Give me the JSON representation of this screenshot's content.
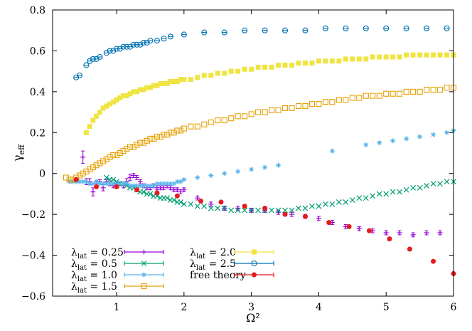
{
  "chart_data": {
    "type": "scatter",
    "xlabel": "Ω²",
    "ylabel_main": "γ",
    "ylabel_sub": "eff",
    "xlim": [
      0.05,
      6.0
    ],
    "ylim": [
      -0.6,
      0.8
    ],
    "xticks": [
      {
        "v": 1,
        "label": "1"
      },
      {
        "v": 2,
        "label": "2"
      },
      {
        "v": 3,
        "label": "3"
      },
      {
        "v": 4,
        "label": "4"
      },
      {
        "v": 5,
        "label": "5"
      },
      {
        "v": 6,
        "label": "6"
      }
    ],
    "yticks": [
      {
        "v": -0.6,
        "label": "−0.6"
      },
      {
        "v": -0.4,
        "label": "−0.4"
      },
      {
        "v": -0.2,
        "label": "−0.2"
      },
      {
        "v": 0,
        "label": "0"
      },
      {
        "v": 0.2,
        "label": "0.2"
      },
      {
        "v": 0.4,
        "label": "0.4"
      },
      {
        "v": 0.6,
        "label": "0.6"
      },
      {
        "v": 0.8,
        "label": "0.8"
      }
    ],
    "grid": false,
    "legend_position": "bottom-left",
    "series": [
      {
        "legend_main": "λ",
        "legend_sub": "lat",
        "legend_value": " = 0.25",
        "color": "#9400D3",
        "marker": "plus",
        "errorbars": true,
        "x": [
          0.5,
          0.55,
          0.6,
          0.65,
          0.7,
          0.75,
          0.8,
          0.85,
          0.9,
          0.95,
          1.0,
          1.05,
          1.1,
          1.15,
          1.2,
          1.25,
          1.3,
          1.35,
          1.4,
          1.45,
          1.5,
          1.55,
          1.6,
          1.65,
          1.7,
          1.75,
          1.8,
          1.85,
          1.9,
          1.95,
          2.0,
          2.2,
          2.4,
          2.6,
          2.8,
          3.0,
          3.2,
          3.4,
          3.6,
          3.8,
          4.0,
          4.2,
          4.4,
          4.6,
          4.8,
          5.0,
          5.2,
          5.4,
          5.6,
          5.8
        ],
        "y": [
          0.08,
          -0.04,
          -0.04,
          -0.09,
          -0.05,
          -0.04,
          -0.07,
          -0.04,
          -0.05,
          -0.06,
          -0.06,
          -0.05,
          -0.06,
          -0.04,
          -0.02,
          -0.01,
          -0.02,
          -0.04,
          -0.06,
          -0.07,
          -0.07,
          -0.06,
          -0.07,
          -0.07,
          -0.07,
          -0.06,
          -0.07,
          -0.08,
          -0.08,
          -0.09,
          -0.08,
          -0.12,
          -0.15,
          -0.17,
          -0.17,
          -0.18,
          -0.18,
          -0.19,
          -0.2,
          -0.21,
          -0.22,
          -0.24,
          -0.26,
          -0.27,
          -0.28,
          -0.29,
          -0.29,
          -0.3,
          -0.29,
          -0.29
        ],
        "err": [
          0.03,
          0.015,
          0.015,
          0.02,
          0.015,
          0.01,
          0.015,
          0.01,
          0.01,
          0.01,
          0.01,
          0.01,
          0.01,
          0.015,
          0.015,
          0.01,
          0.01,
          0.01,
          0.01,
          0.01,
          0.01,
          0.01,
          0.01,
          0.01,
          0.01,
          0.01,
          0.01,
          0.01,
          0.01,
          0.01,
          0.01,
          0.01,
          0.01,
          0.01,
          0.01,
          0.01,
          0.01,
          0.01,
          0.01,
          0.01,
          0.01,
          0.01,
          0.01,
          0.01,
          0.01,
          0.01,
          0.01,
          0.01,
          0.01,
          0.01
        ]
      },
      {
        "legend_main": "λ",
        "legend_sub": "lat",
        "legend_value": " = 0.5",
        "color": "#009E73",
        "marker": "cross",
        "errorbars": false,
        "x": [
          0.85,
          0.9,
          0.95,
          1.0,
          1.05,
          1.1,
          1.15,
          1.2,
          1.25,
          1.3,
          1.35,
          1.4,
          1.45,
          1.5,
          1.55,
          1.6,
          1.65,
          1.7,
          1.75,
          1.8,
          1.85,
          1.9,
          1.95,
          2.0,
          2.1,
          2.2,
          2.3,
          2.4,
          2.5,
          2.6,
          2.7,
          2.8,
          2.9,
          3.0,
          3.1,
          3.2,
          3.3,
          3.4,
          3.5,
          3.6,
          3.7,
          3.8,
          3.9,
          4.0,
          4.1,
          4.2,
          4.3,
          4.4,
          4.5,
          4.6,
          4.7,
          4.8,
          4.9,
          5.0,
          5.1,
          5.2,
          5.3,
          5.4,
          5.5,
          5.6,
          5.7,
          5.8,
          5.9,
          6.0
        ],
        "y": [
          -0.02,
          -0.03,
          -0.03,
          -0.04,
          -0.05,
          -0.05,
          -0.06,
          -0.07,
          -0.07,
          -0.08,
          -0.09,
          -0.09,
          -0.1,
          -0.1,
          -0.11,
          -0.11,
          -0.12,
          -0.12,
          -0.12,
          -0.13,
          -0.13,
          -0.14,
          -0.14,
          -0.15,
          -0.15,
          -0.16,
          -0.16,
          -0.17,
          -0.17,
          -0.17,
          -0.18,
          -0.18,
          -0.18,
          -0.18,
          -0.18,
          -0.18,
          -0.18,
          -0.18,
          -0.18,
          -0.18,
          -0.17,
          -0.17,
          -0.16,
          -0.16,
          -0.15,
          -0.15,
          -0.14,
          -0.14,
          -0.13,
          -0.12,
          -0.12,
          -0.11,
          -0.1,
          -0.1,
          -0.09,
          -0.09,
          -0.08,
          -0.07,
          -0.07,
          -0.06,
          -0.05,
          -0.05,
          -0.04,
          -0.04
        ]
      },
      {
        "legend_main": "λ",
        "legend_sub": "lat",
        "legend_value": " = 1.0",
        "color": "#56B4E9",
        "marker": "star",
        "errorbars": false,
        "x": [
          0.3,
          0.35,
          0.4,
          0.45,
          0.5,
          0.55,
          0.6,
          0.65,
          0.7,
          0.75,
          0.8,
          0.85,
          0.9,
          0.95,
          1.0,
          1.05,
          1.1,
          1.15,
          1.2,
          1.25,
          1.3,
          1.35,
          1.4,
          1.45,
          1.5,
          1.55,
          1.6,
          1.65,
          1.7,
          1.75,
          1.8,
          1.85,
          1.9,
          1.95,
          2.0,
          2.2,
          2.4,
          2.6,
          2.8,
          3.0,
          3.2,
          3.4,
          4.2,
          4.7,
          4.9,
          5.1,
          5.3,
          5.5,
          5.7,
          5.9,
          6.0
        ],
        "y": [
          -0.04,
          -0.04,
          -0.04,
          -0.04,
          -0.04,
          -0.04,
          -0.05,
          -0.05,
          -0.04,
          -0.05,
          -0.05,
          -0.05,
          -0.05,
          -0.05,
          -0.05,
          -0.05,
          -0.05,
          -0.05,
          -0.06,
          -0.06,
          -0.06,
          -0.06,
          -0.06,
          -0.06,
          -0.06,
          -0.06,
          -0.05,
          -0.05,
          -0.05,
          -0.05,
          -0.05,
          -0.05,
          -0.04,
          -0.04,
          -0.03,
          -0.02,
          -0.01,
          0.0,
          0.01,
          0.02,
          0.03,
          0.04,
          0.11,
          0.14,
          0.15,
          0.16,
          0.17,
          0.18,
          0.19,
          0.2,
          0.21
        ]
      },
      {
        "legend_main": "λ",
        "legend_sub": "lat",
        "legend_value": " = 1.5",
        "color": "#E69F00",
        "marker": "square-open",
        "errorbars": false,
        "x": [
          0.25,
          0.3,
          0.35,
          0.4,
          0.45,
          0.5,
          0.55,
          0.6,
          0.65,
          0.7,
          0.75,
          0.8,
          0.85,
          0.9,
          0.95,
          1.0,
          1.05,
          1.1,
          1.15,
          1.2,
          1.25,
          1.3,
          1.35,
          1.4,
          1.45,
          1.5,
          1.55,
          1.6,
          1.65,
          1.7,
          1.75,
          1.8,
          1.85,
          1.9,
          1.95,
          2.0,
          2.1,
          2.2,
          2.3,
          2.4,
          2.5,
          2.6,
          2.7,
          2.8,
          2.9,
          3.0,
          3.1,
          3.2,
          3.3,
          3.4,
          3.5,
          3.6,
          3.7,
          3.8,
          3.9,
          4.0,
          4.1,
          4.2,
          4.3,
          4.4,
          4.5,
          4.6,
          4.7,
          4.8,
          4.9,
          5.0,
          5.1,
          5.2,
          5.3,
          5.4,
          5.5,
          5.6,
          5.7,
          5.8,
          5.9,
          6.0
        ],
        "y": [
          -0.02,
          -0.03,
          -0.03,
          -0.02,
          -0.01,
          0.0,
          0.01,
          0.02,
          0.03,
          0.04,
          0.05,
          0.06,
          0.07,
          0.08,
          0.09,
          0.09,
          0.1,
          0.11,
          0.12,
          0.13,
          0.13,
          0.14,
          0.15,
          0.15,
          0.16,
          0.17,
          0.17,
          0.18,
          0.18,
          0.19,
          0.19,
          0.2,
          0.2,
          0.21,
          0.21,
          0.22,
          0.23,
          0.23,
          0.24,
          0.25,
          0.26,
          0.26,
          0.27,
          0.28,
          0.28,
          0.29,
          0.3,
          0.3,
          0.31,
          0.31,
          0.32,
          0.32,
          0.33,
          0.33,
          0.34,
          0.34,
          0.35,
          0.35,
          0.36,
          0.36,
          0.37,
          0.37,
          0.38,
          0.38,
          0.38,
          0.39,
          0.39,
          0.39,
          0.4,
          0.4,
          0.4,
          0.41,
          0.41,
          0.41,
          0.42,
          0.42
        ]
      },
      {
        "legend_main": "λ",
        "legend_sub": "lat",
        "legend_value": " = 2.0",
        "color": "#F0E442",
        "marker": "square-filled",
        "errorbars": false,
        "x": [
          0.55,
          0.6,
          0.65,
          0.7,
          0.75,
          0.8,
          0.85,
          0.9,
          0.95,
          1.0,
          1.05,
          1.1,
          1.15,
          1.2,
          1.25,
          1.3,
          1.35,
          1.4,
          1.45,
          1.5,
          1.55,
          1.6,
          1.65,
          1.7,
          1.75,
          1.8,
          1.85,
          1.9,
          1.95,
          2.0,
          2.1,
          2.2,
          2.3,
          2.4,
          2.5,
          2.6,
          2.7,
          2.8,
          2.9,
          3.0,
          3.1,
          3.2,
          3.3,
          3.4,
          3.5,
          3.6,
          3.7,
          3.8,
          3.9,
          4.0,
          4.1,
          4.2,
          4.3,
          4.4,
          4.5,
          4.6,
          4.7,
          4.8,
          4.9,
          5.0,
          5.1,
          5.2,
          5.3,
          5.4,
          5.5,
          5.6,
          5.7,
          5.8,
          5.9,
          6.0
        ],
        "y": [
          0.2,
          0.23,
          0.26,
          0.28,
          0.3,
          0.32,
          0.33,
          0.34,
          0.35,
          0.36,
          0.37,
          0.38,
          0.38,
          0.39,
          0.4,
          0.4,
          0.41,
          0.41,
          0.42,
          0.42,
          0.43,
          0.43,
          0.44,
          0.44,
          0.44,
          0.45,
          0.45,
          0.45,
          0.46,
          0.46,
          0.46,
          0.47,
          0.48,
          0.48,
          0.49,
          0.49,
          0.5,
          0.5,
          0.51,
          0.51,
          0.52,
          0.52,
          0.52,
          0.53,
          0.53,
          0.53,
          0.54,
          0.54,
          0.54,
          0.55,
          0.55,
          0.55,
          0.55,
          0.56,
          0.56,
          0.56,
          0.56,
          0.57,
          0.57,
          0.57,
          0.57,
          0.57,
          0.58,
          0.58,
          0.58,
          0.58,
          0.58,
          0.58,
          0.58,
          0.58
        ]
      },
      {
        "legend_main": "λ",
        "legend_sub": "lat",
        "legend_value": " = 2.5",
        "color": "#0072B2",
        "marker": "circle-dash",
        "errorbars": false,
        "x": [
          0.4,
          0.45,
          0.55,
          0.6,
          0.65,
          0.7,
          0.75,
          0.85,
          0.9,
          0.95,
          1.0,
          1.05,
          1.1,
          1.15,
          1.2,
          1.25,
          1.3,
          1.35,
          1.4,
          1.45,
          1.5,
          1.6,
          1.7,
          1.8,
          2.0,
          2.3,
          2.6,
          2.9,
          3.2,
          3.5,
          3.8,
          4.1,
          4.4,
          4.7,
          5.0,
          5.3,
          5.6,
          5.9
        ],
        "y": [
          0.47,
          0.48,
          0.53,
          0.55,
          0.56,
          0.56,
          0.57,
          0.59,
          0.6,
          0.6,
          0.61,
          0.61,
          0.62,
          0.62,
          0.62,
          0.63,
          0.63,
          0.63,
          0.64,
          0.64,
          0.65,
          0.65,
          0.66,
          0.67,
          0.68,
          0.69,
          0.69,
          0.7,
          0.7,
          0.7,
          0.7,
          0.71,
          0.71,
          0.71,
          0.71,
          0.71,
          0.71,
          0.71
        ]
      },
      {
        "legend_main": "free theory",
        "legend_sub": "",
        "legend_value": "",
        "color": "#E41A1C",
        "marker": "circle-filled",
        "errorbars": false,
        "x": [
          0.4,
          0.7,
          1.0,
          1.3,
          1.6,
          1.9,
          2.25,
          2.55,
          2.9,
          3.2,
          3.5,
          3.8,
          4.15,
          4.45,
          4.75,
          5.05,
          5.35,
          5.7,
          6.0
        ],
        "y": [
          -0.03,
          -0.065,
          -0.065,
          -0.08,
          -0.095,
          -0.11,
          -0.135,
          -0.14,
          -0.16,
          -0.17,
          -0.2,
          -0.21,
          -0.24,
          -0.26,
          -0.28,
          -0.32,
          -0.37,
          -0.43,
          -0.49
        ]
      }
    ]
  }
}
